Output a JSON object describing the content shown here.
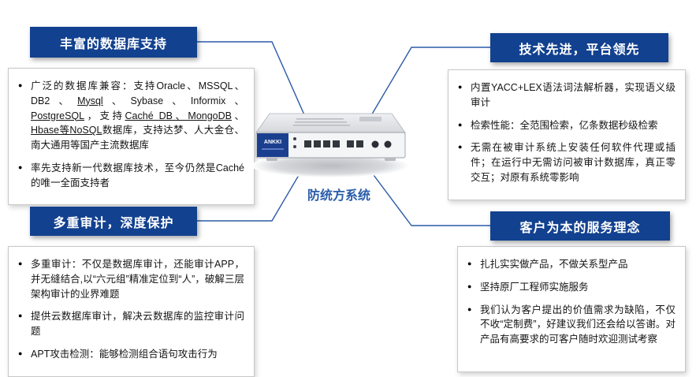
{
  "center": {
    "label": "防统方系统",
    "device_brand": "ANKKI"
  },
  "underline_terms": [
    "Mysql",
    "PostgreSQL",
    "Caché DB、MongoDB",
    "Hbase等NoSQL"
  ],
  "boxes": {
    "top_left": {
      "title": "丰富的数据库支持",
      "bullets": [
        "广泛的数据库兼容：支持Oracle、MSSQL、DB2、Mysql、Sybase、Informix、PostgreSQL，支持Caché DB、MongoDB、Hbase等NoSQL数据库，支持达梦、人大金仓、南大通用等国产主流数据库",
        "率先支持新一代数据库技术，至今仍然是Caché的唯一全面支持者"
      ]
    },
    "top_right": {
      "title": "技术先进，平台领先",
      "bullets": [
        "内置YACC+LEX语法词法解析器，实现语义级审计",
        "检索性能：全范围检索，亿条数据秒级检索",
        "无需在被审计系统上安装任何软件代理或插件；在运行中无需访问被审计数据库，真正零交互；对原有系统零影响"
      ]
    },
    "bottom_left": {
      "title": "多重审计，深度保护",
      "bullets": [
        "多重审计：不仅是数据库审计，还能审计APP，并无缝结合,以“六元组”精准定位到“人”，破解三层架构审计的业界难题",
        "提供云数据库审计，解决云数据库的监控审计问题",
        "APT攻击检测：能够检测组合语句攻击行为"
      ]
    },
    "bottom_right": {
      "title": "客户为本的服务理念",
      "bullets": [
        "扎扎实实做产品，不做关系型产品",
        "坚持原厂工程师实施服务",
        "我们认为客户提出的价值需求为缺陷，不仅不收“定制费”，好建议我们还会给以答谢。对产品有高要求的可客户随时欢迎测试考察"
      ]
    }
  },
  "colors": {
    "header_bg": "#12418f",
    "connector": "#2b5aa7",
    "center_label": "#2a5caa",
    "device_panel": "#1b3f8f"
  }
}
